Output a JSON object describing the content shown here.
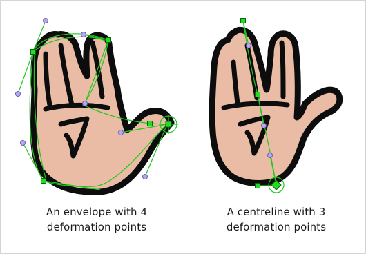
{
  "captions": {
    "left": {
      "line1": "An envelope with 4",
      "line2": "deformation points"
    },
    "right": {
      "line1": "A centreline with 3",
      "line2": "deformation points"
    }
  },
  "colors": {
    "skin": "#ebbca5",
    "outline": "#0d0d0d",
    "deformer_line": "#1ec81e",
    "point": "#22dd22",
    "handle": "#b8a8f0",
    "handle_stroke": "#6a5ab5",
    "frame_border": "#d4d4d4"
  }
}
